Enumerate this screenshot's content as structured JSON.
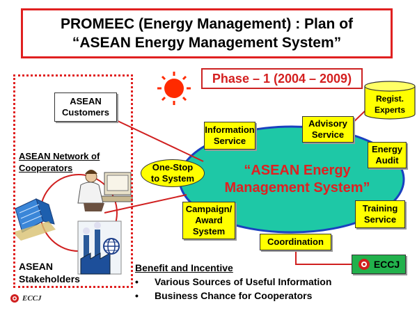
{
  "title": {
    "line1": "PROMEEC (Energy Management) : Plan of",
    "line2": "“ASEAN Energy Management System”"
  },
  "phase": "Phase – 1 (2004 – 2009)",
  "ellipse": {
    "line1": "“ASEAN Energy",
    "line2": "Management System”"
  },
  "services": {
    "information": [
      "Information",
      "Service"
    ],
    "advisory": [
      "Advisory",
      "Service"
    ],
    "one_stop": [
      "One-Stop",
      "to System"
    ],
    "energy_audit": [
      "Energy",
      "Audit"
    ],
    "campaign": [
      "Campaign/",
      "Award",
      "System"
    ],
    "training": [
      "Training",
      "Service"
    ],
    "coordination": "Coordination"
  },
  "regist_experts": [
    "Regist.",
    "Experts"
  ],
  "customers": [
    "ASEAN",
    "Customers"
  ],
  "network": [
    "ASEAN Network of",
    "Cooperators"
  ],
  "stakeholders": [
    "ASEAN",
    "Stakeholders"
  ],
  "eccj_badge": "ECCJ",
  "eccj_logo": "ECCJ",
  "benefit": {
    "heading": "Benefit and Incentive",
    "items": [
      "Various Sources of Useful Information",
      "Business Chance for Cooperators"
    ]
  },
  "colors": {
    "accent_red": "#e02020",
    "ellipse_fill": "#1ec8a6",
    "service_box": "#ffff00",
    "eccj_green": "#22b14c"
  }
}
